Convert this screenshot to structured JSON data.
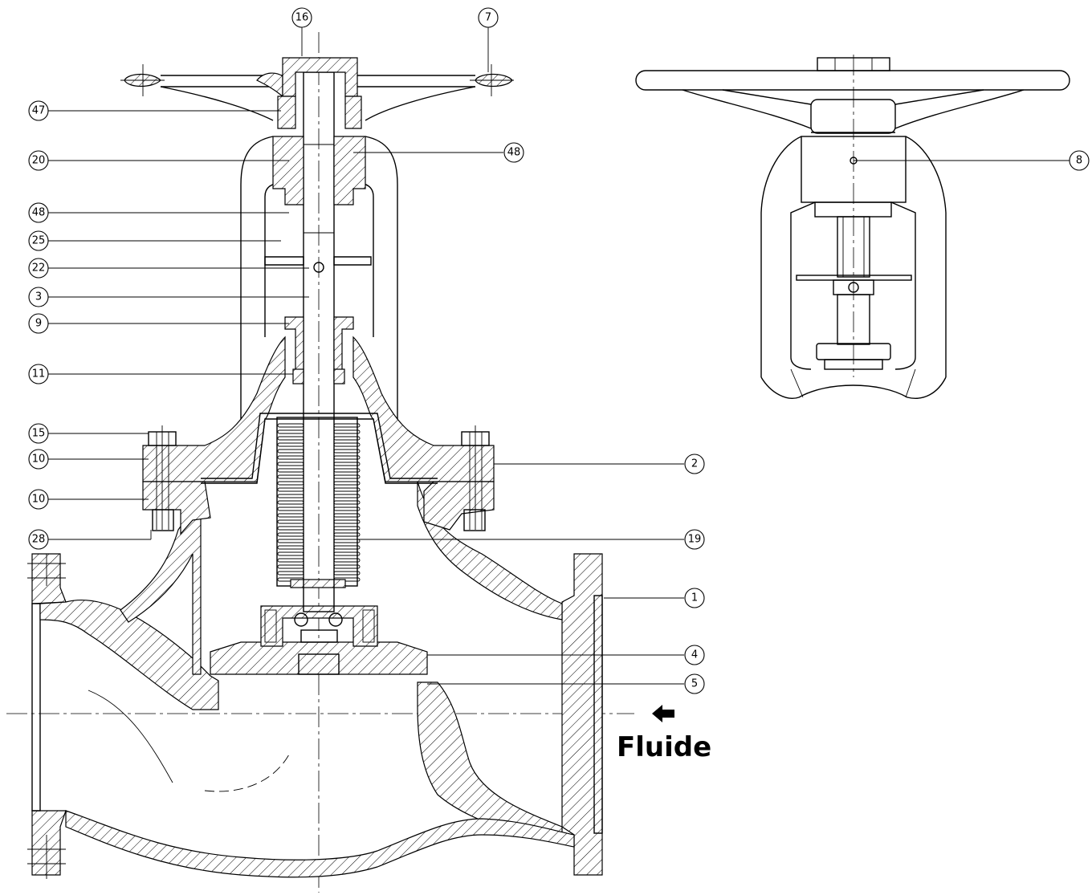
{
  "callouts": [
    {
      "id": "c16",
      "label": "16"
    },
    {
      "id": "c7",
      "label": "7"
    },
    {
      "id": "c47",
      "label": "47"
    },
    {
      "id": "c20",
      "label": "20"
    },
    {
      "id": "c48a",
      "label": "48"
    },
    {
      "id": "c48b",
      "label": "48"
    },
    {
      "id": "c25",
      "label": "25"
    },
    {
      "id": "c22",
      "label": "22"
    },
    {
      "id": "c3",
      "label": "3"
    },
    {
      "id": "c9",
      "label": "9"
    },
    {
      "id": "c11",
      "label": "11"
    },
    {
      "id": "c15",
      "label": "15"
    },
    {
      "id": "c10a",
      "label": "10"
    },
    {
      "id": "c10b",
      "label": "10"
    },
    {
      "id": "c28",
      "label": "28"
    },
    {
      "id": "c2",
      "label": "2"
    },
    {
      "id": "c19",
      "label": "19"
    },
    {
      "id": "c1",
      "label": "1"
    },
    {
      "id": "c4",
      "label": "4"
    },
    {
      "id": "c5",
      "label": "5"
    },
    {
      "id": "c8",
      "label": "8"
    }
  ],
  "flow": {
    "label": "Fluide",
    "arrow_icon": "arrow-left-icon"
  }
}
